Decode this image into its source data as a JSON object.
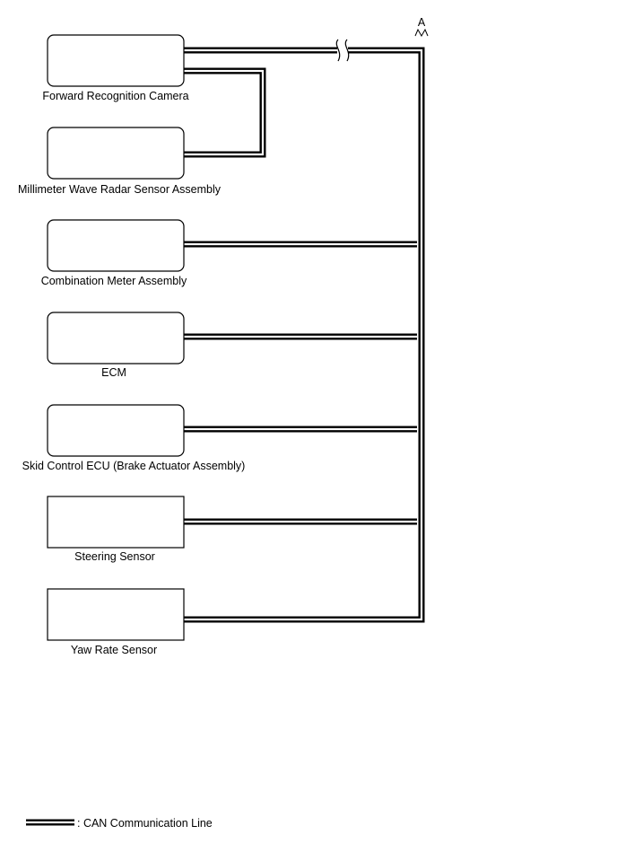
{
  "connector_label": "A",
  "modules": [
    {
      "name": "forward-recognition-camera",
      "label": "Forward Recognition Camera"
    },
    {
      "name": "millimeter-wave-radar-sensor-assembly",
      "label": "Millimeter Wave Radar Sensor Assembly"
    },
    {
      "name": "combination-meter-assembly",
      "label": "Combination Meter Assembly"
    },
    {
      "name": "ecm",
      "label": "ECM"
    },
    {
      "name": "skid-control-ecu",
      "label": "Skid Control ECU (Brake Actuator Assembly)"
    },
    {
      "name": "steering-sensor",
      "label": "Steering Sensor"
    },
    {
      "name": "yaw-rate-sensor",
      "label": "Yaw Rate Sensor"
    }
  ],
  "legend": {
    "label": ": CAN Communication Line"
  }
}
